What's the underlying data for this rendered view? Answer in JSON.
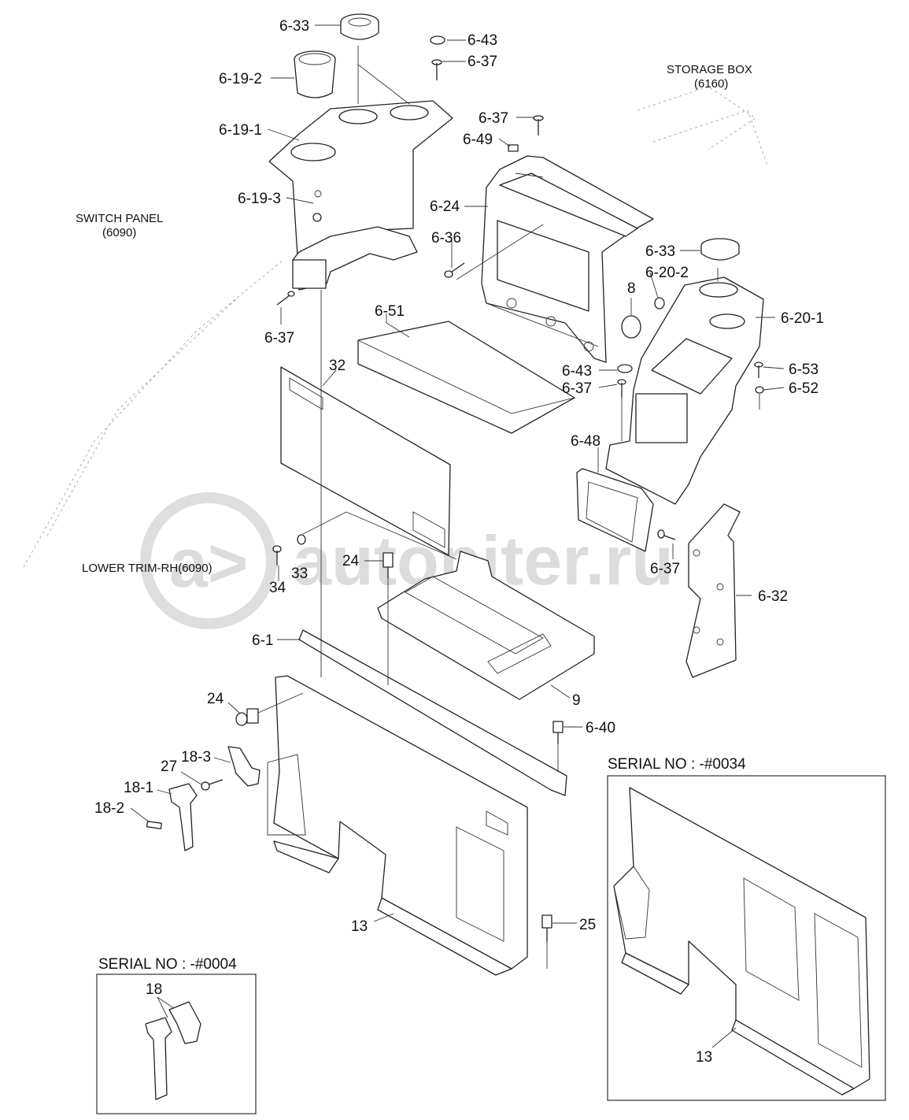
{
  "watermark": {
    "text": "autopiter.ru"
  },
  "captions": {
    "storage_box": [
      "STORAGE BOX",
      "(6160)"
    ],
    "switch_panel": [
      "SWITCH PANEL",
      "(6090)"
    ],
    "lower_trim": "LOWER TRIM-RH(6090)"
  },
  "inset_left": {
    "title": "SERIAL NO : -#0004",
    "callouts": [
      "18"
    ]
  },
  "inset_right": {
    "title": "SERIAL NO : -#0034",
    "callouts": [
      "13"
    ]
  },
  "callouts": [
    "6-33",
    "6-43",
    "6-37",
    "6-19-2",
    "6-19-1",
    "6-19-3",
    "6-37",
    "6-49",
    "6-24",
    "6-36",
    "6-37",
    "6-33",
    "6-20-2",
    "8",
    "6-20-1",
    "6-51",
    "32",
    "6-43",
    "6-37",
    "6-53",
    "6-52",
    "6-48",
    "6-37",
    "6-32",
    "34",
    "33",
    "24",
    "6-1",
    "9",
    "24",
    "6-40",
    "18-3",
    "27",
    "18-1",
    "18-2",
    "25",
    "13"
  ]
}
